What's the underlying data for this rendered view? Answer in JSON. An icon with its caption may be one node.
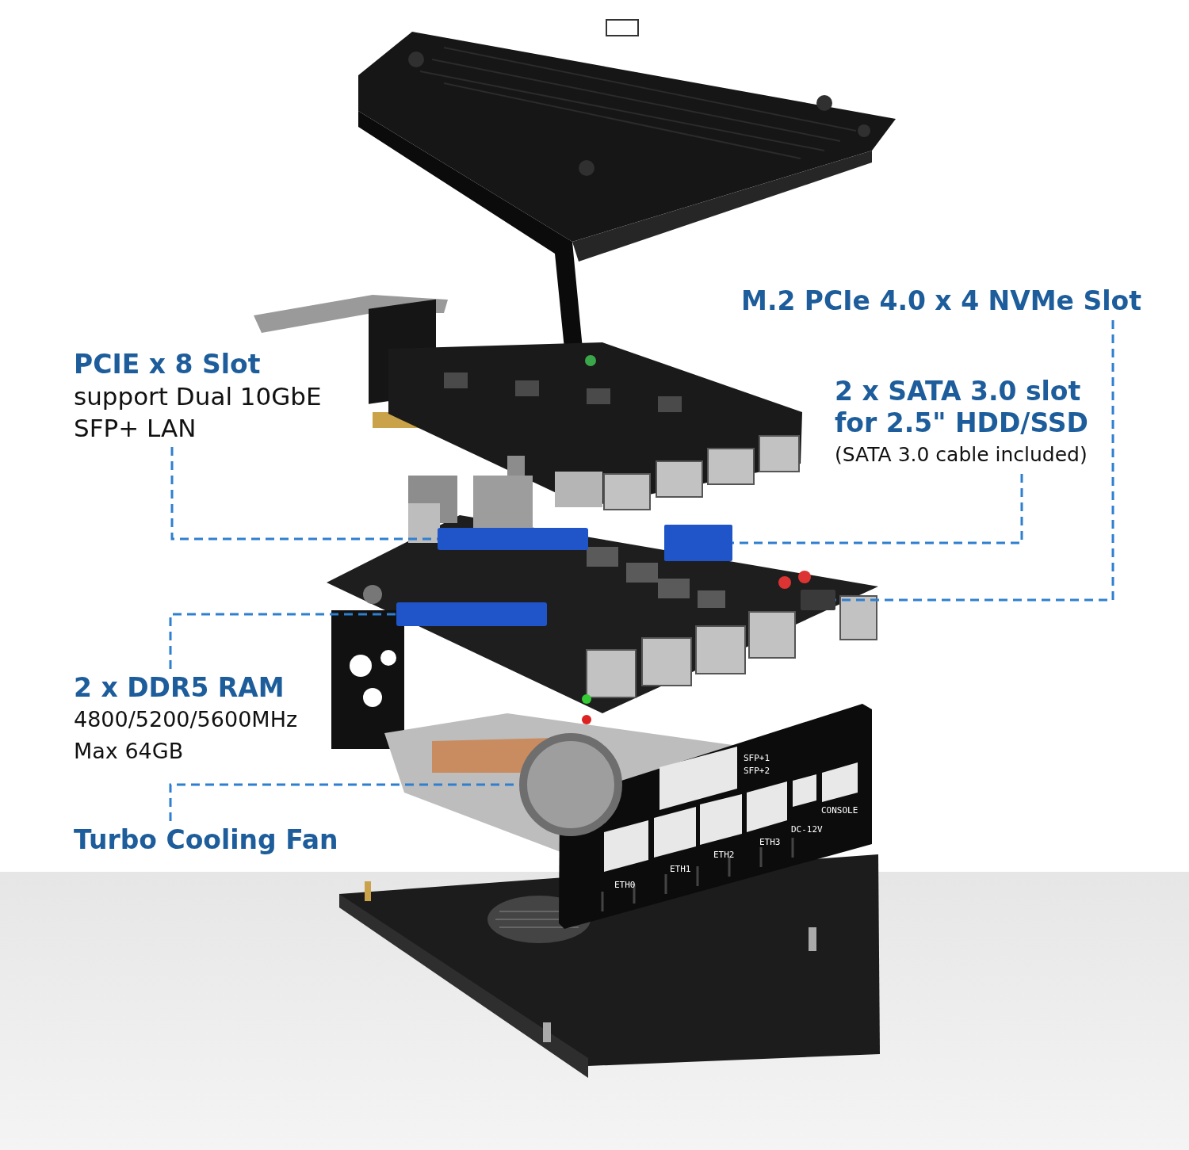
{
  "diagram": {
    "nodes": [
      {
        "text": [
          "PCIE x 8 Slot",
          "support Dual 10GbE SFP+ LAN"
        ]
      },
      {
        "text": [
          "M.2 PCIe 4.0 x 4 NVMe Slot"
        ]
      },
      {
        "text": [
          "2 x SATA 3.0 slot for 2.5\" HDD/SSD",
          "(SATA 3.0 cable included)"
        ]
      },
      {
        "text": [
          "2 x DDR5 RAM",
          "4800/5200/5600MHz Max 64GB"
        ]
      },
      {
        "text": [
          "Turbo Cooling Fan"
        ]
      },
      {
        "text": [],
        "shape": "bar"
      },
      {
        "text": [],
        "shape": "box"
      },
      {
        "text": [],
        "shape": "box"
      },
      {
        "text": [],
        "shape": "bar"
      },
      {
        "text": [],
        "shape": "circle"
      }
    ],
    "edges": [
      {
        "from": 0,
        "to": 5,
        "arrow": "none",
        "style": "dashed"
      },
      {
        "from": 1,
        "to": 7,
        "arrow": "none",
        "style": "dashed"
      },
      {
        "from": 2,
        "to": 6,
        "arrow": "none",
        "style": "dashed"
      },
      {
        "from": 3,
        "to": 8,
        "arrow": "none",
        "style": "dashed"
      },
      {
        "from": 4,
        "to": 9,
        "arrow": "none",
        "style": "dashed"
      }
    ],
    "labels": [
      "SFP+2",
      "SFP+1",
      "ETH0",
      "ETH1",
      "ETH2",
      "ETH3",
      "DC-12V",
      "CONSOLE"
    ]
  }
}
